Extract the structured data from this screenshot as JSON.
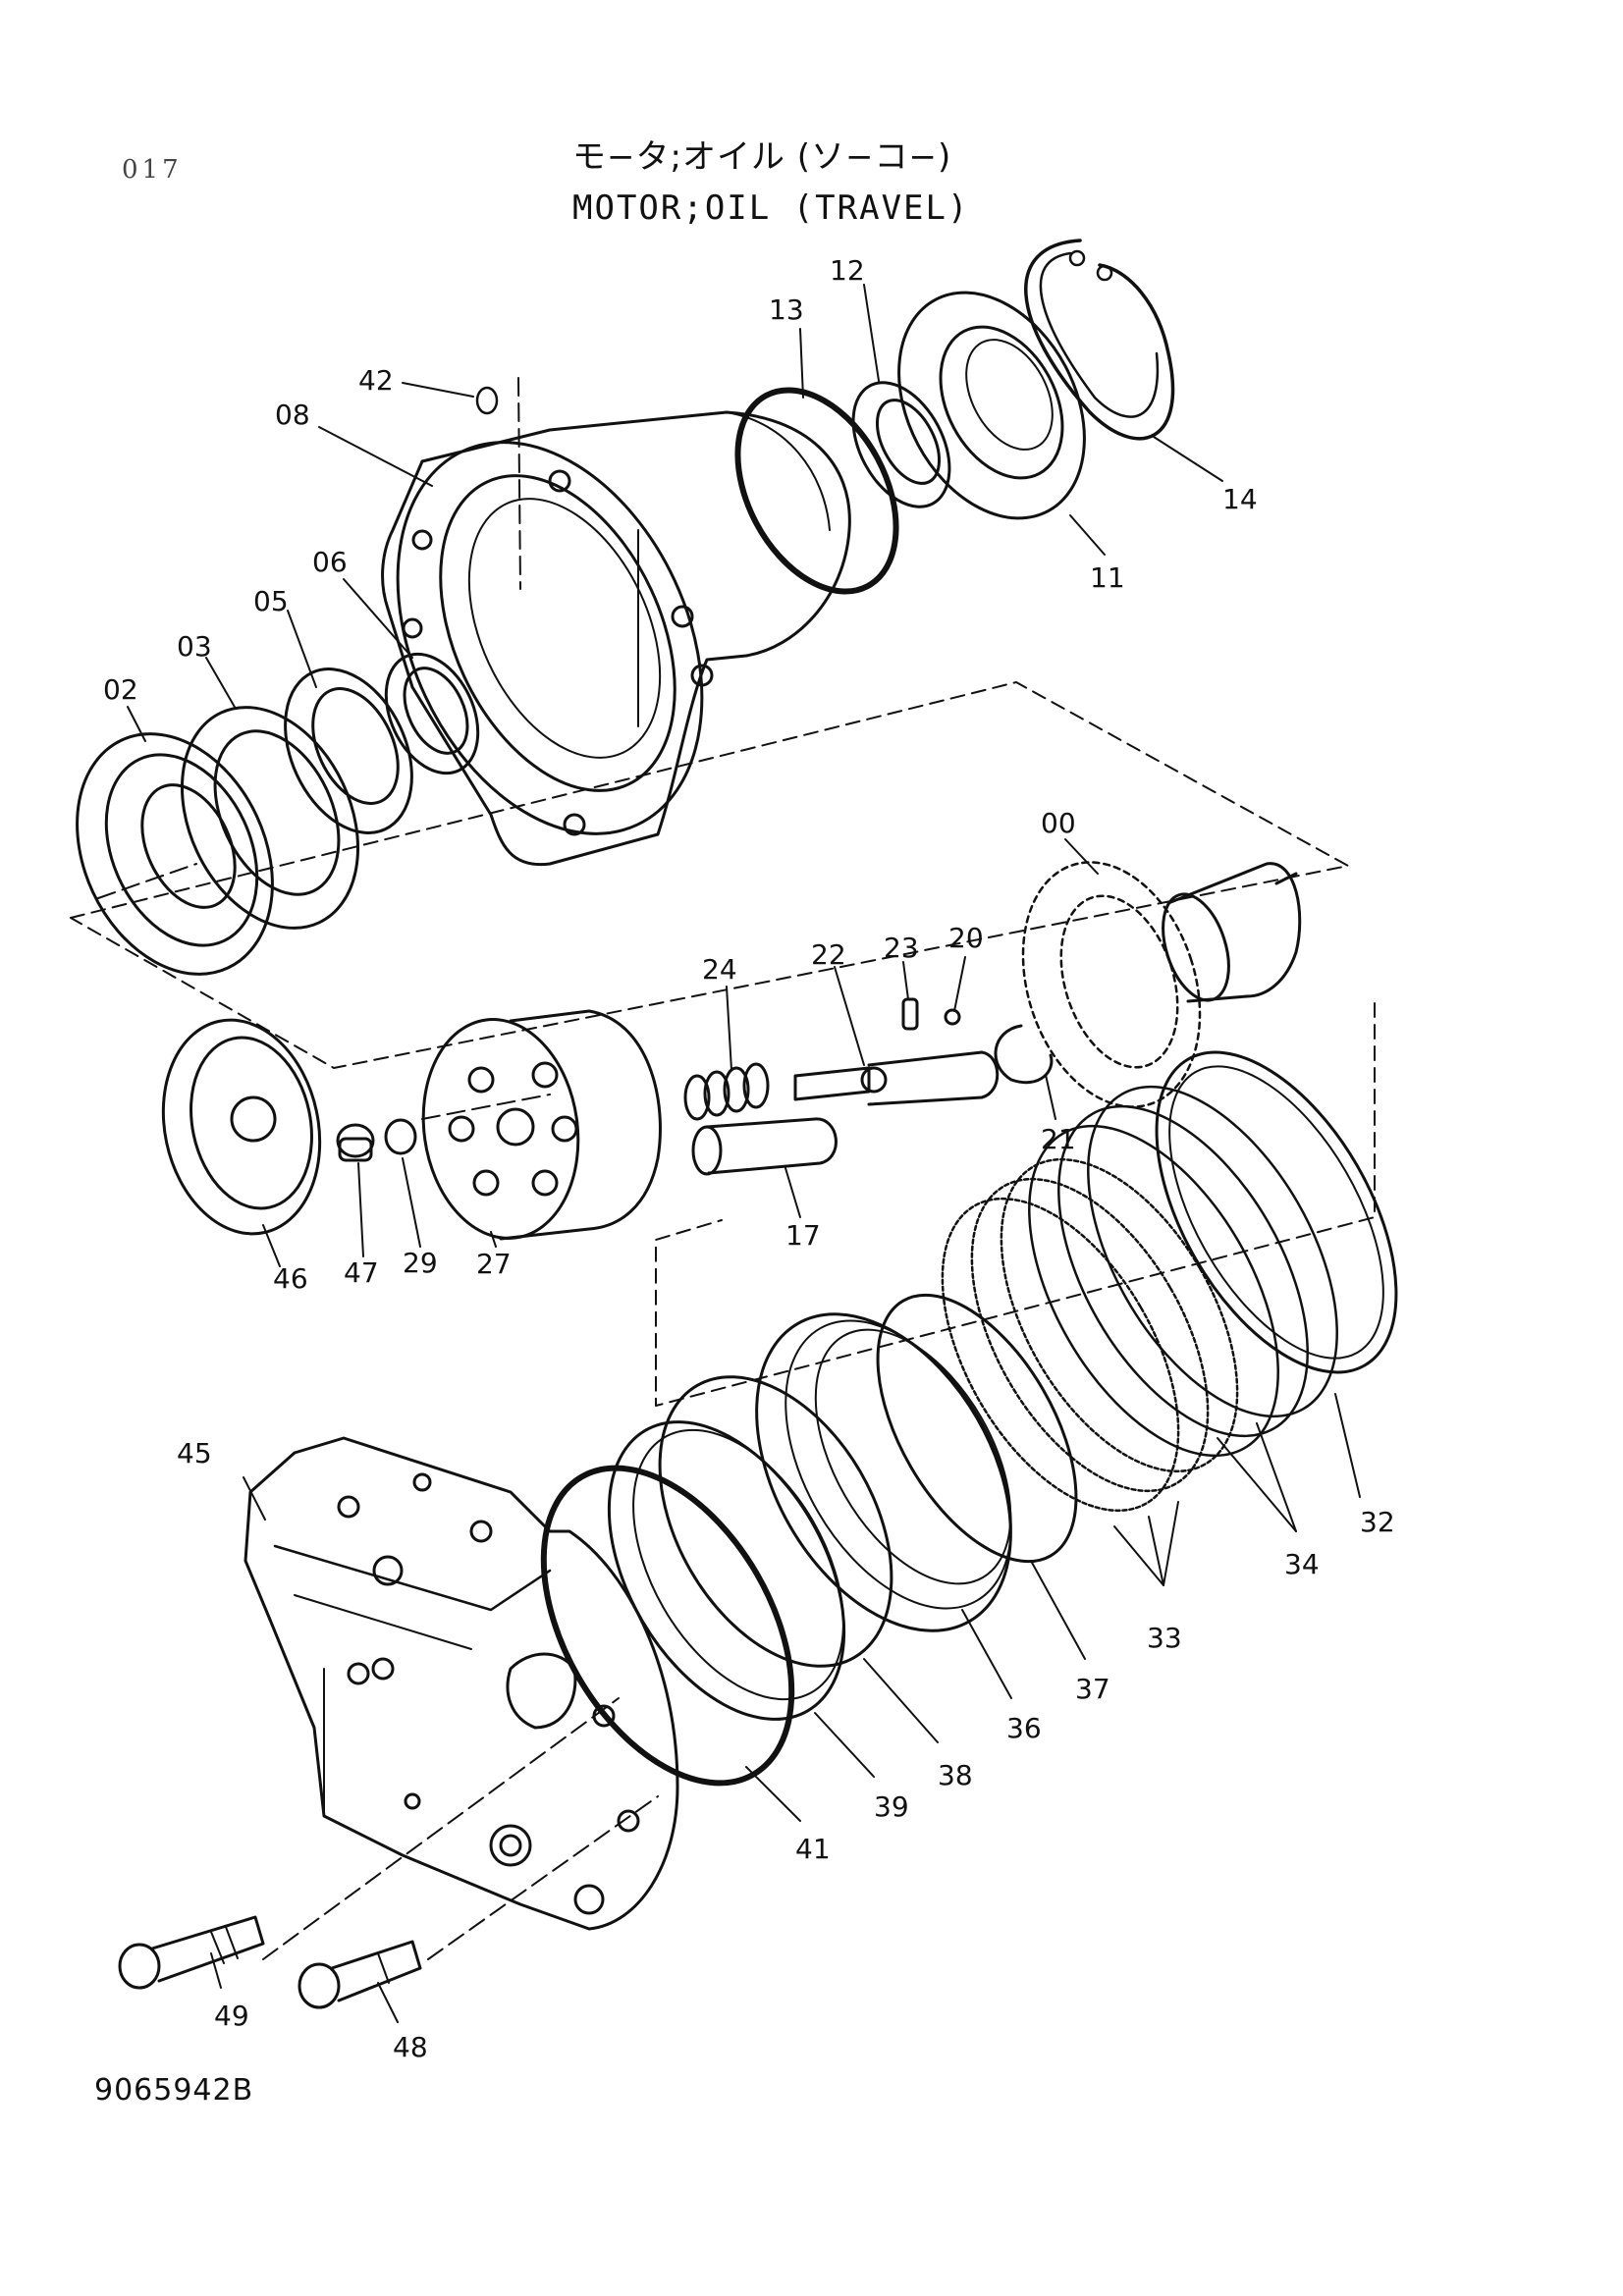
{
  "page": {
    "number": "017"
  },
  "title": {
    "jp": "モ−タ;オイル (ソ−コ−)",
    "en": "MOTOR;OIL (TRAVEL)"
  },
  "drawing_number": "9065942B",
  "callouts": [
    "42",
    "08",
    "13",
    "12",
    "14",
    "11",
    "06",
    "05",
    "03",
    "02",
    "00",
    "24",
    "22",
    "23",
    "20",
    "21",
    "17",
    "46",
    "47",
    "29",
    "27",
    "32",
    "34",
    "33",
    "37",
    "36",
    "38",
    "39",
    "41",
    "45",
    "49",
    "48"
  ],
  "colors": {
    "ink": "#111111",
    "background": "#ffffff"
  }
}
